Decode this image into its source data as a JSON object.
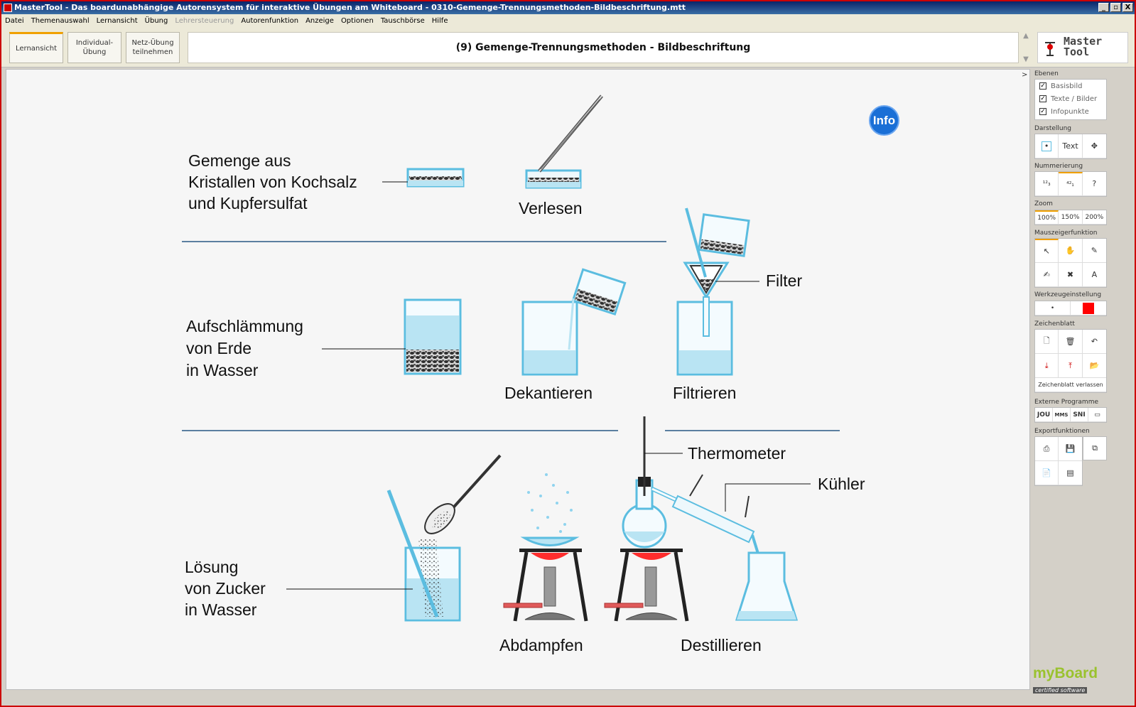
{
  "window": {
    "title": "MasterTool - Das boardunabhängige Autorensystem für interaktive Übungen am Whiteboard - 0310-Gemenge-Trennungsmethoden-Bildbeschriftung.mtt",
    "btn_min": "_",
    "btn_max": "▫",
    "btn_close": "X"
  },
  "menu": [
    "Datei",
    "Themenauswahl",
    "Lernansicht",
    "Übung",
    "Lehrersteuerung",
    "Autorenfunktion",
    "Anzeige",
    "Optionen",
    "Tauschbörse",
    "Hilfe"
  ],
  "toolbar": {
    "lernansicht": "Lernansicht",
    "individual_1": "Individual-",
    "individual_2": "Übung",
    "netz_1": "Netz-Übung",
    "netz_2": "teilnehmen",
    "title": "(9) Gemenge-Trennungsmethoden - Bildbeschriftung",
    "logo_1": "Master",
    "logo_2": "Tool"
  },
  "canvas": {
    "info": "Info",
    "labels": {
      "gemenge_1": "Gemenge aus",
      "gemenge_2": "Kristallen von Kochsalz",
      "gemenge_3": "und Kupfersulfat",
      "verlesen": "Verlesen",
      "aufschl_1": "Aufschlämmung",
      "aufschl_2": "von Erde",
      "aufschl_3": "in Wasser",
      "dekantieren": "Dekantieren",
      "filter": "Filter",
      "filtrieren": "Filtrieren",
      "thermometer": "Thermometer",
      "kuehler": "Kühler",
      "loesung_1": "Lösung",
      "loesung_2": "von Zucker",
      "loesung_3": "in Wasser",
      "abdampfen": "Abdampfen",
      "destillieren": "Destillieren"
    }
  },
  "sidebar": {
    "collapse": ">",
    "ebenen": "Ebenen",
    "ebenen_items": [
      "Basisbild",
      "Texte / Bilder",
      "Infopunkte"
    ],
    "darstellung": "Darstellung",
    "darstellung_text": "Text",
    "nummerierung": "Nummerierung",
    "num_q": "?",
    "zoom": "Zoom",
    "zoom_levels": [
      "100%",
      "150%",
      "200%"
    ],
    "maus": "Mauszeigerfunktion",
    "werkzeug": "Werkzeugeinstellung",
    "zeichenblatt": "Zeichenblatt",
    "zeichenblatt_verlassen": "Zeichenblatt verlassen",
    "externe": "Externe Programme",
    "ext_items": [
      "JOU",
      "MMS",
      "SNI"
    ],
    "export": "Exportfunktionen",
    "myboard_1": "myBoard",
    "myboard_2": "certified software"
  },
  "colors": {
    "accent": "#f0a000",
    "water": "#b9e4f3",
    "glass": "#5bbde0",
    "info": "#1a6fd6",
    "flame": "#e82020"
  }
}
